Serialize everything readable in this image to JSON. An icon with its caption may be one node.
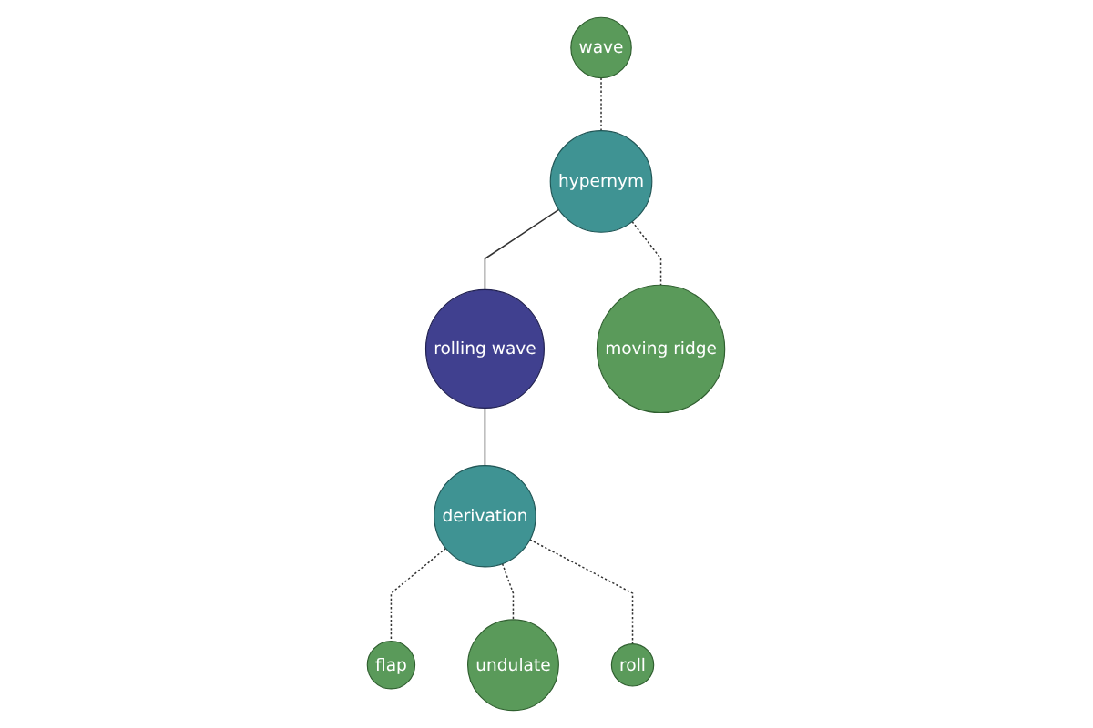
{
  "diagram": {
    "nodes": [
      {
        "text": [
          "wave"
        ]
      },
      {
        "text": [
          "hypernym"
        ]
      },
      {
        "text": [
          "rolling wave"
        ]
      },
      {
        "text": [
          "moving ridge"
        ]
      },
      {
        "text": [
          "derivation"
        ]
      },
      {
        "text": [
          "flap"
        ]
      },
      {
        "text": [
          "undulate"
        ]
      },
      {
        "text": [
          "roll"
        ]
      }
    ],
    "edges": [
      {
        "from": 0,
        "to": 1,
        "arrow": "none",
        "style": "dashed"
      },
      {
        "from": 1,
        "to": 2,
        "arrow": "none"
      },
      {
        "from": 1,
        "to": 3,
        "arrow": "none",
        "style": "dashed"
      },
      {
        "from": 2,
        "to": 4,
        "arrow": "none"
      },
      {
        "from": 4,
        "to": 5,
        "arrow": "none",
        "style": "dashed"
      },
      {
        "from": 4,
        "to": 6,
        "arrow": "none",
        "style": "dashed"
      },
      {
        "from": 4,
        "to": 7,
        "arrow": "none",
        "style": "dashed"
      }
    ]
  }
}
